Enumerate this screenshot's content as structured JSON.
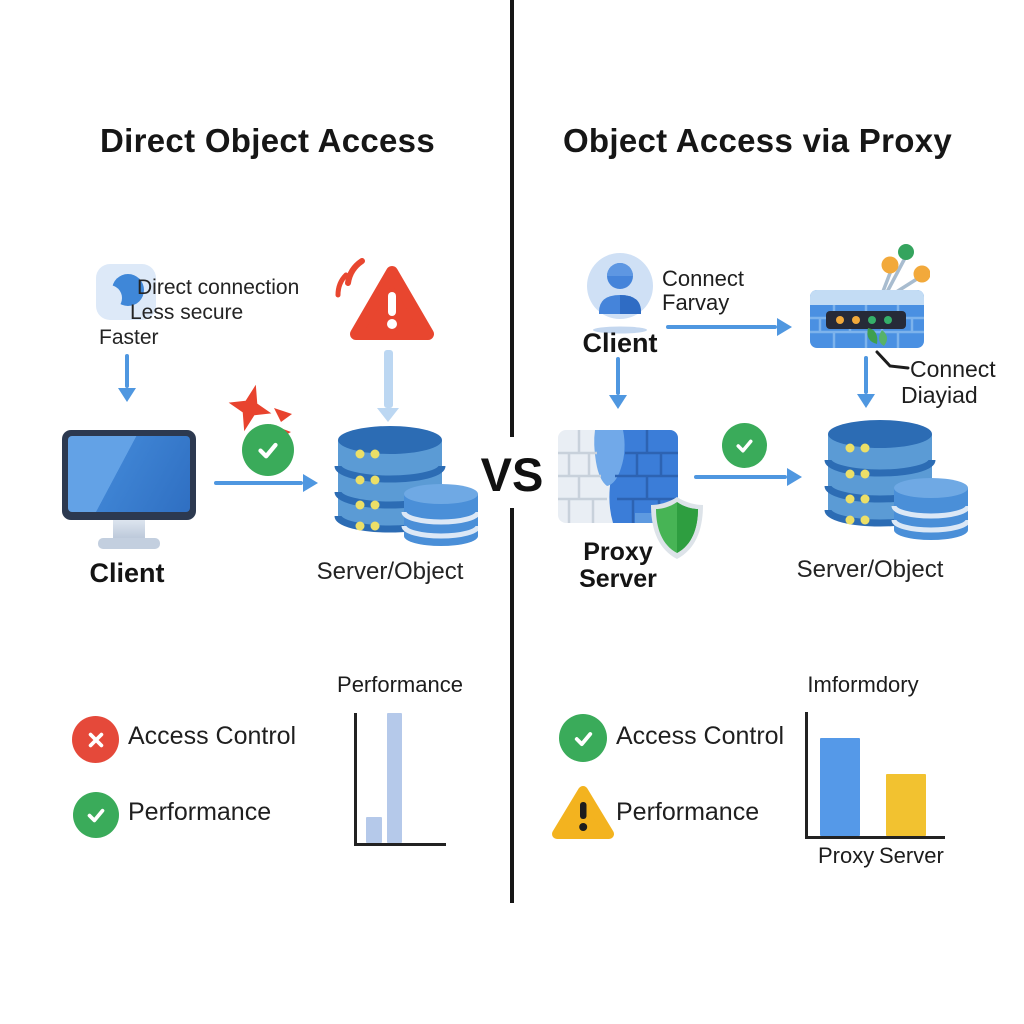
{
  "divider": {
    "vs": "VS"
  },
  "left": {
    "title": "Direct Object Access",
    "notes": {
      "line1": "Direct connection",
      "line2": "Less secure",
      "line3": "Faster"
    },
    "client_label": "Client",
    "server_label": "Server/Object",
    "features": [
      {
        "icon": "cross-circle",
        "label": "Access Control"
      },
      {
        "icon": "check-circle",
        "label": "Performance"
      }
    ]
  },
  "right": {
    "title": "Object Access via Proxy",
    "client_label": "Client",
    "client_note_line1": "Connect",
    "client_note_line2": "Farvay",
    "appliance_note_line1": "Connect",
    "appliance_note_line2": "Diayiad",
    "proxy_label_line1": "Proxy",
    "proxy_label_line2": "Server",
    "server_label": "Server/Object",
    "features": [
      {
        "icon": "check-circle",
        "label": "Access Control"
      },
      {
        "icon": "warning-triangle",
        "label": "Performance"
      }
    ]
  },
  "chart_data": [
    {
      "type": "bar",
      "panel": "left",
      "title": "Performance",
      "categories": [
        "",
        ""
      ],
      "values_pct": [
        20,
        100
      ],
      "bar_colors": [
        "#b5c9ea",
        "#b5c9ea"
      ],
      "ylim": [
        0,
        100
      ],
      "grid": false,
      "legend": false
    },
    {
      "type": "bar",
      "panel": "right",
      "title": "Imformdory",
      "categories": [
        "Proxy",
        "Server"
      ],
      "values_pct": [
        79,
        50
      ],
      "bar_colors": [
        "#5599e8",
        "#f2c230"
      ],
      "ylim": [
        0,
        100
      ],
      "grid": false,
      "legend": false
    }
  ],
  "colors": {
    "arrow_blue": "#4f97e0",
    "light_arrow_blue": "#bcd7f2",
    "database_blue": "#5b9bd5",
    "database_top": "#2c6cb4",
    "success_green": "#3aab5a",
    "error_red": "#e5493a",
    "warning_red": "#e8462f",
    "warning_yellow": "#f3b31f",
    "divider_black": "#161616"
  }
}
